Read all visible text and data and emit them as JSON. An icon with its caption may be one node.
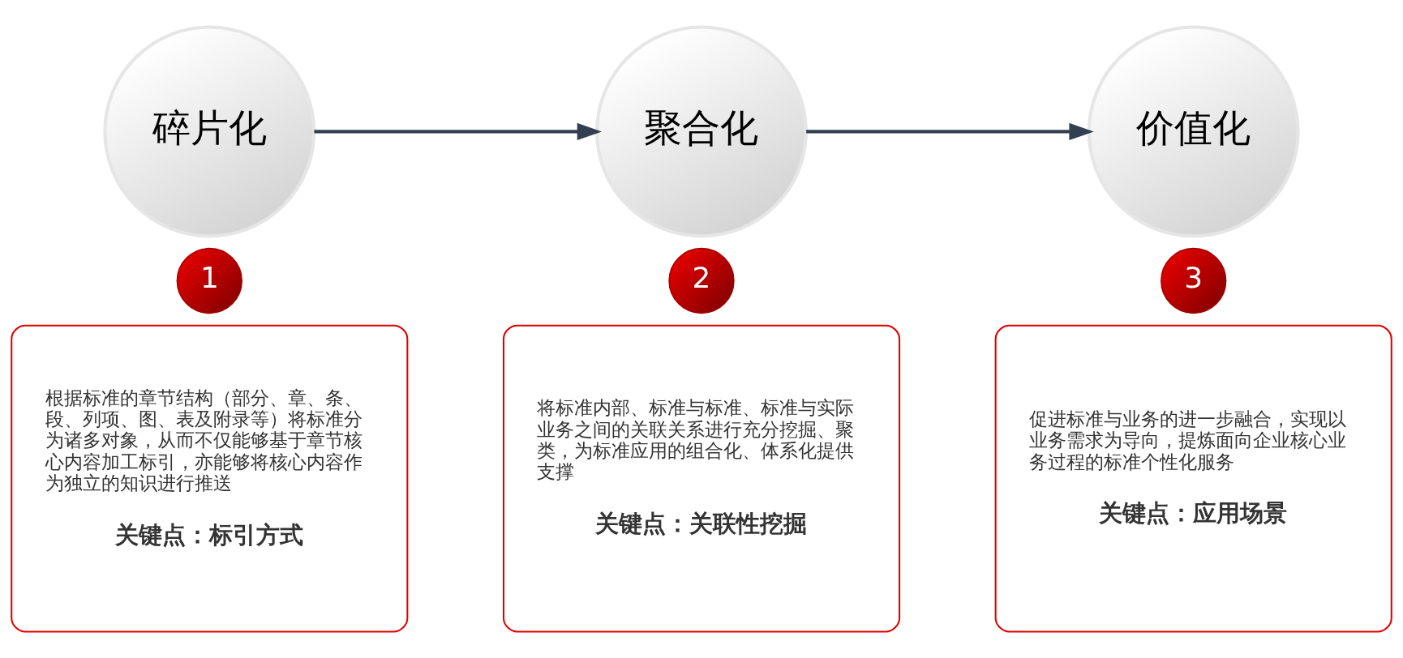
{
  "diagram": {
    "nodes": [
      {
        "text": [
          "碎片化"
        ]
      },
      {
        "text": [
          "1"
        ]
      },
      {
        "text": [
          "根据标准的章节结构（部分、章、条、段、列项、图、表及附录等）将标准分为诸多对象，从而不仅能够基于章节核心内容加工标引，亦能够将核心内容作为独立的知识进行推送",
          "关键点：标引方式"
        ]
      },
      {
        "text": [
          "聚合化"
        ]
      },
      {
        "text": [
          "2"
        ]
      },
      {
        "text": [
          "将标准内部、标准与标准、标准与实际业务之间的关联关系进行充分挖掘、聚类，为标准应用的组合化、体系化提供支撑",
          "关键点：关联性挖掘"
        ]
      },
      {
        "text": [
          "价值化"
        ]
      },
      {
        "text": [
          "3"
        ]
      },
      {
        "text": [
          "促进标准与业务的进一步融合，实现以业务需求为导向，提炼面向企业核心业务过程的标准个性化服务",
          "关键点：应用场景"
        ]
      }
    ],
    "edges": [
      {
        "from": 0,
        "to": 3,
        "arrow": "to"
      },
      {
        "from": 3,
        "to": 6,
        "arrow": "to"
      }
    ]
  }
}
